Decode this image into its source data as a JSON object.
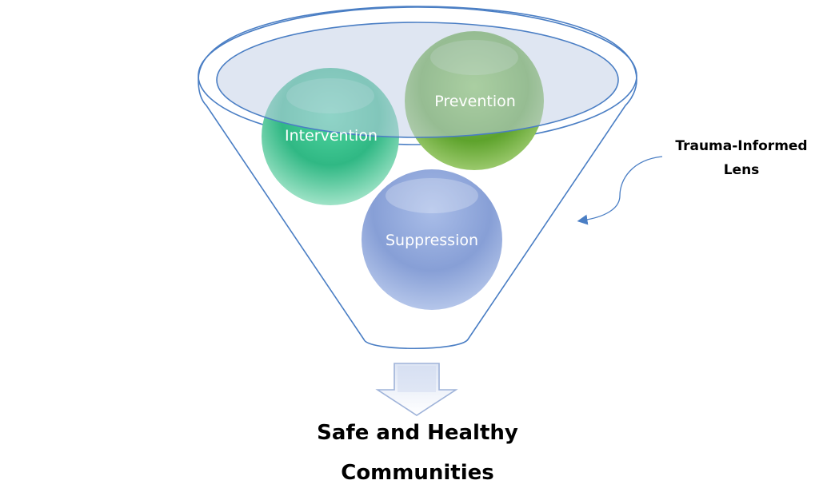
{
  "balls": {
    "intervention": {
      "label": "Intervention",
      "color": "#3cbf8c"
    },
    "prevention": {
      "label": "Prevention",
      "color": "#6fb33c"
    },
    "suppression": {
      "label": "Suppression",
      "color": "#8ea6dc"
    }
  },
  "lens": {
    "line1": "Trauma-Informed",
    "line2": "Lens"
  },
  "result": {
    "line1": "Safe and Healthy",
    "line2": "Communities"
  },
  "colors": {
    "funnel_outline": "#4a7ec4",
    "funnel_top_fill": "#c5d2e8",
    "arrow_fill": "#e9eef8",
    "arrow_stroke": "#9fb3d9"
  }
}
